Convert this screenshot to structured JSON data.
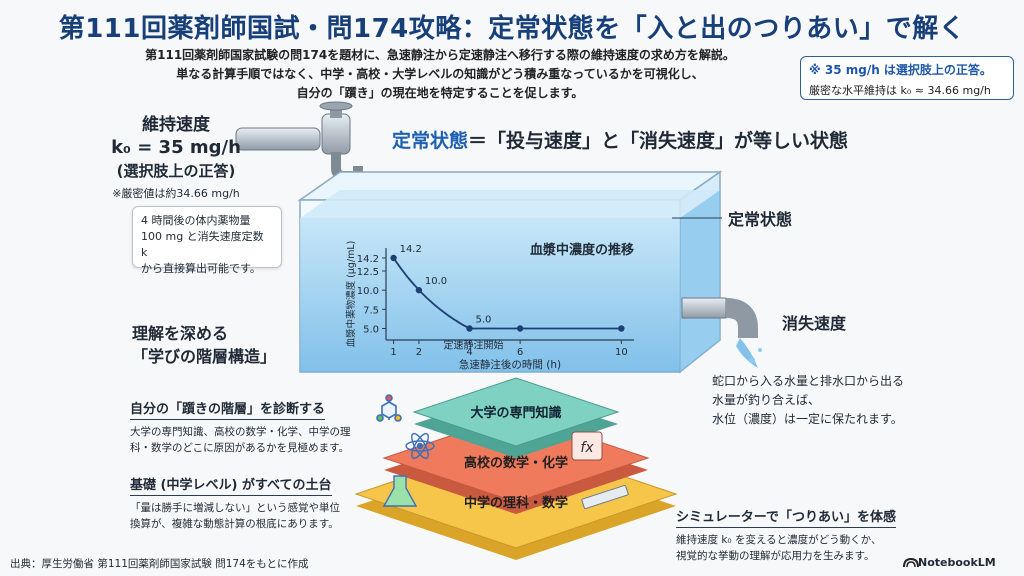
{
  "title": "第111回薬剤師国試・問174攻略：定常状態を「入と出のつりあい」で解く",
  "intro": [
    "第111回薬剤師国家試験の問174を題材に、急速静注から定速静注へ移行する際の維持速度の求め方を解説。",
    "単なる計算手順ではなく、中学・高校・大学レベルの知識がどう積み重なっているかを可視化し、",
    "自分の「躓き」の現在地を特定することを促します。"
  ],
  "note": {
    "line1": "※ 35 mg/h は選択肢上の正答。",
    "line2": "厳密な水平維持は k₀ ≈ 34.66 mg/h"
  },
  "dose": {
    "heading": "維持速度",
    "value": "k₀ = 35 mg/h",
    "paren": "(選択肢上の正答)",
    "sub": "※厳密値は約34.66 mg/h"
  },
  "amount_note": [
    "4 時間後の体内薬物量",
    "100 mg と消失速度定数 k",
    "から直接算出可能です。"
  ],
  "steady_head": {
    "keyword": "定常状態",
    "rest": "＝「投与速度」と「消失速度」が等しい状態"
  },
  "steady_label": "定常状態",
  "out_label": "消失速度",
  "balance": [
    "蛇口から入る水量と排水口から出る",
    "水量が釣り合えば、",
    "水位（濃度）は一定に保たれます。"
  ],
  "hierarchy_title": [
    "理解を深める",
    "「学びの階層構造」"
  ],
  "diagnose": {
    "title": "自分の「躓きの階層」を診断する",
    "text": [
      "大学の専門知識、高校の数学・化学、中学の理",
      "科・数学のどこに原因があるかを見極めます。"
    ]
  },
  "foundation": {
    "title": "基礎 (中学レベル) がすべての土台",
    "text": [
      "「量は勝手に増減しない」という感覚や単位",
      "換算が、複雑な動態計算の根底にあります。"
    ]
  },
  "simulator": {
    "title": "シミュレーターで「つりあい」を体感",
    "text": [
      "維持速度 k₀ を変えると濃度がどう動くか、",
      "視覚的な挙動の理解が応用力を生みます。"
    ]
  },
  "layers": {
    "top": "大学の専門知識",
    "middle": "高校の数学・化学",
    "bottom": "中学の理科・数学"
  },
  "fx_symbol": "fx",
  "source": "出典：厚生労働省 第111回薬剤師国家試験 問174をもとに作成",
  "brand": "NotebookLM",
  "colors": {
    "title": "#173f7a",
    "accent": "#1e5fb0",
    "layer_top": "#7fd1c2",
    "layer_middle": "#f07a5c",
    "layer_bottom": "#f6c64a",
    "water": "#8fcaf0"
  },
  "chart_data": {
    "type": "line",
    "title": "血漿中濃度の推移",
    "xlabel": "急速静注後の時間 (h)",
    "ylabel": "血漿中薬物濃度 (μg/mL)",
    "x": [
      1,
      2,
      4,
      6,
      10
    ],
    "y": [
      14.2,
      10.0,
      5.0,
      5.0,
      5.0
    ],
    "point_labels": [
      "14.2",
      "10.0",
      "5.0",
      "",
      ""
    ],
    "xticks": [
      1,
      2,
      4,
      6,
      10
    ],
    "yticks": [
      5.0,
      7.5,
      10.0,
      12.5,
      14.2
    ],
    "ytick_labels": [
      "5.0",
      "7.5",
      "10.0",
      "12.5",
      "14.2"
    ],
    "xlim": [
      0.7,
      10.5
    ],
    "ylim": [
      3.5,
      15.5
    ],
    "annotation": "定速静注開始",
    "grid": false
  }
}
